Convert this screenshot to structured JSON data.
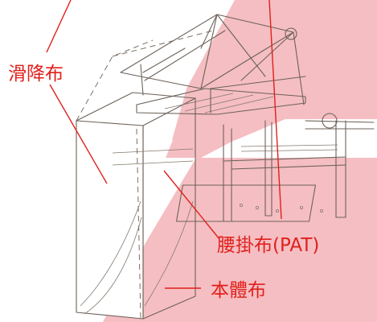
{
  "labels": {
    "slide_cloth": "滑降布",
    "waist_cloth": "腰掛布(PAT)",
    "body_cloth": "本體布"
  },
  "colors": {
    "label_red": "#e0201c",
    "overlay_pink": "#f2b3b8",
    "line_ink": "#6d6258"
  }
}
